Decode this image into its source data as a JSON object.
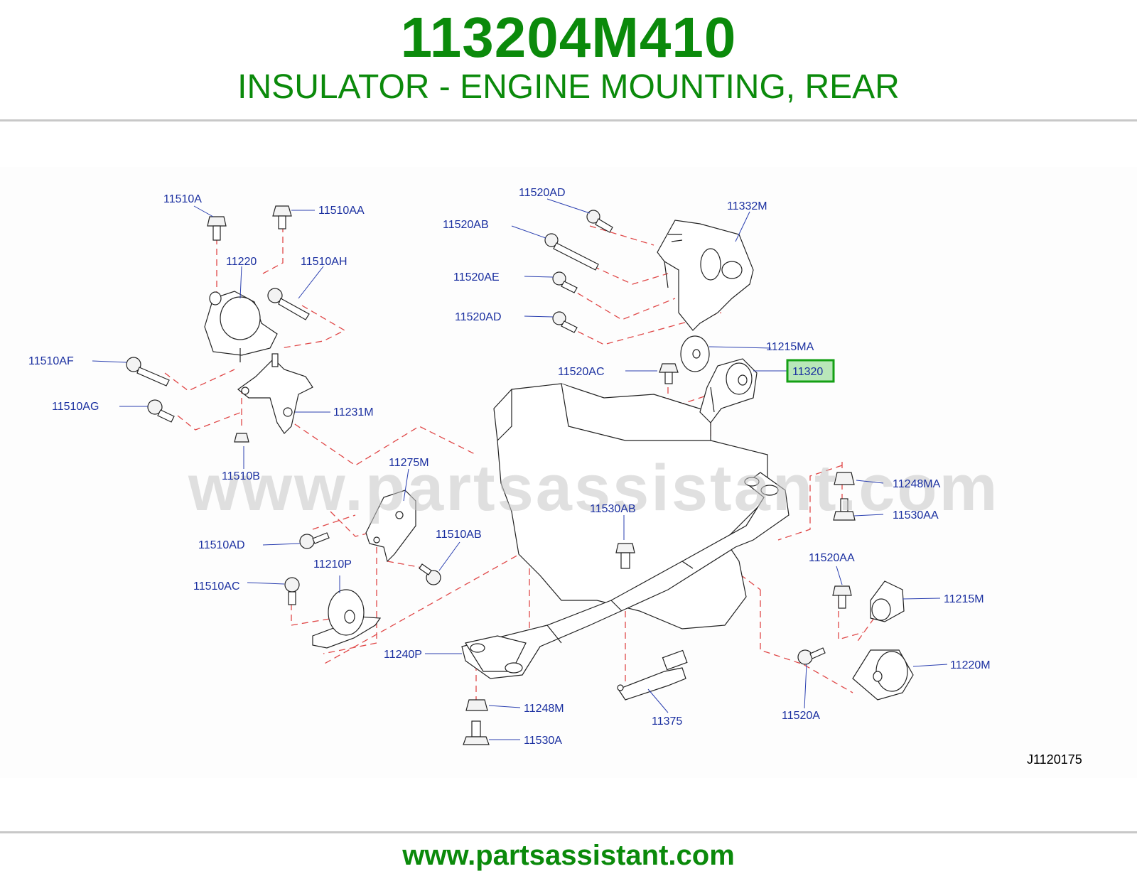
{
  "header": {
    "part_number": "113204M410",
    "part_name": "INSULATOR - ENGINE MOUNTING, REAR"
  },
  "diagram": {
    "watermark": "www.partsassistant.com",
    "diagram_id": "J1120175",
    "highlighted": "11320",
    "callouts": {
      "c11510A": "11510A",
      "c11510AA": "11510AA",
      "c11220": "11220",
      "c11510AH": "11510AH",
      "c11510AF": "11510AF",
      "c11510AG": "11510AG",
      "c11231M": "11231M",
      "c11510B": "11510B",
      "c11520AD_top": "11520AD",
      "c11332M": "11332M",
      "c11520AB": "11520AB",
      "c11520AE": "11520AE",
      "c11520AD": "11520AD",
      "c11215MA": "11215MA",
      "c11520AC": "11520AC",
      "c11320": "11320",
      "c11275M": "11275M",
      "c11510AD": "11510AD",
      "c11510AB": "11510AB",
      "c11210P": "11210P",
      "c11510AC": "11510AC",
      "c11530AB": "11530AB",
      "c11248MA": "11248MA",
      "c11530AA": "11530AA",
      "c11520AA": "11520AA",
      "c11215M": "11215M",
      "c11240P": "11240P",
      "c11220M": "11220M",
      "c11248M": "11248M",
      "c11530A": "11530A",
      "c11375": "11375",
      "c11520A": "11520A"
    }
  },
  "footer": {
    "url": "www.partsassistant.com"
  },
  "colors": {
    "brand_green": "#0b8a0b",
    "callout_blue": "#1a2fa0",
    "dashed_red": "#e04848",
    "highlight_green": "#b9e7b9"
  }
}
